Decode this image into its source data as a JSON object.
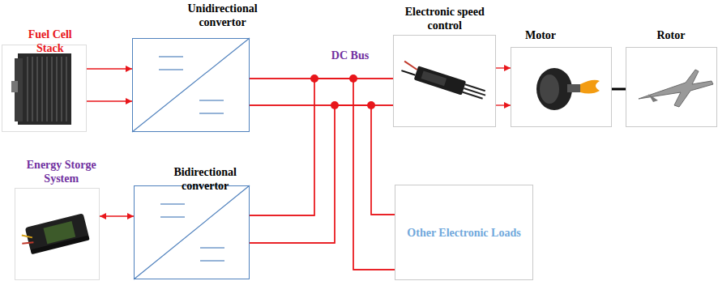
{
  "diagram": {
    "nodes": [
      {
        "text": [
          "Fuel Cell Stack"
        ]
      },
      {
        "text": [
          "Unidirectional convertor"
        ]
      },
      {
        "text": [
          "Electronic speed control"
        ]
      },
      {
        "text": [
          "Motor"
        ]
      },
      {
        "text": [
          "Rotor"
        ]
      },
      {
        "text": [
          "Energy Storge System"
        ]
      },
      {
        "text": [
          "Bidirectional convertor"
        ]
      },
      {
        "text": [
          "Other Electronic Loads"
        ]
      }
    ],
    "edges": [
      {
        "from": 0,
        "to": 1,
        "arrow": "to"
      },
      {
        "from": 1,
        "to": 2,
        "arrow": "none"
      },
      {
        "from": 1,
        "to": 7,
        "arrow": "none"
      },
      {
        "from": 6,
        "to": 2,
        "arrow": "none"
      },
      {
        "from": 6,
        "to": 7,
        "arrow": "none"
      },
      {
        "from": 2,
        "to": 3,
        "arrow": "to"
      },
      {
        "from": 3,
        "to": 4,
        "arrow": "none"
      },
      {
        "from": 5,
        "to": 6,
        "arrow": "both"
      }
    ],
    "labels": [
      "DC Bus"
    ]
  }
}
